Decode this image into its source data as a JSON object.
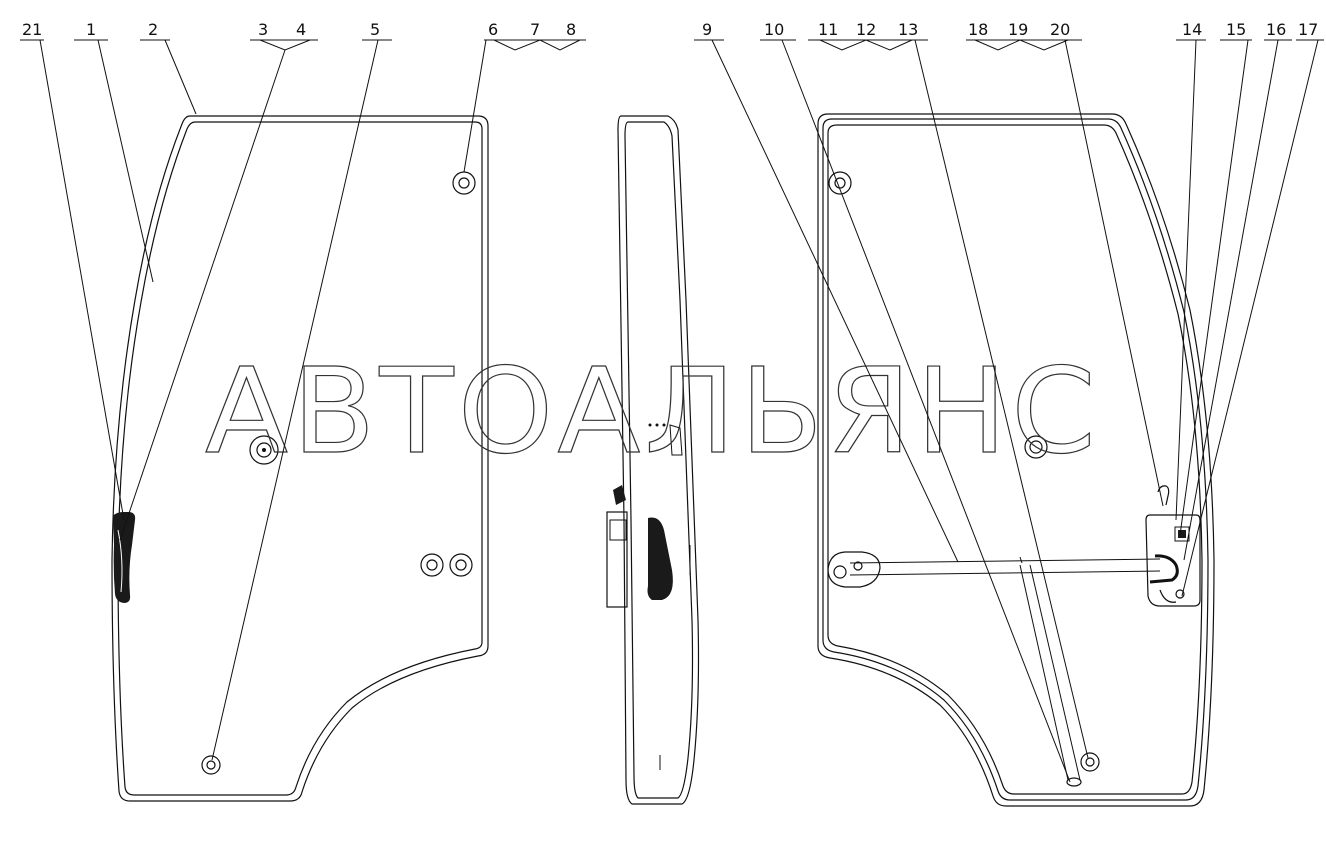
{
  "watermark": "АВТОАЛЬЯНС",
  "callouts": {
    "c1": "1",
    "c2": "2",
    "c3": "3",
    "c4": "4",
    "c5": "5",
    "c6": "6",
    "c7": "7",
    "c8": "8",
    "c9": "9",
    "c10": "10",
    "c11": "11",
    "c12": "12",
    "c13": "13",
    "c14": "14",
    "c15": "15",
    "c16": "16",
    "c17": "17",
    "c18": "18",
    "c19": "19",
    "c20": "20",
    "c21": "21"
  },
  "colors": {
    "line": "#111111",
    "background": "#ffffff"
  }
}
